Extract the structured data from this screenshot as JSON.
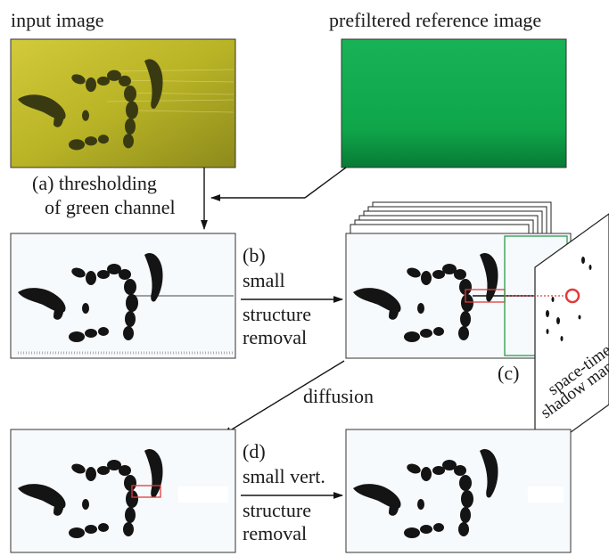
{
  "labels": {
    "input_image": "input image",
    "reference_image": "prefiltered reference image",
    "step_a_line1": "(a) thresholding",
    "step_a_line2": "of green channel",
    "step_b_tag": "(b)",
    "step_b_line1": "small",
    "step_b_line2": "structure",
    "step_b_line3": "removal",
    "step_c_tag": "(c)",
    "space_time_line1": "space-time",
    "space_time_line2": "shadow map",
    "diffusion": "diffusion",
    "step_d_tag": "(d)",
    "step_d_line1": "small vert.",
    "step_d_line2": "structure",
    "step_d_line3": "removal"
  },
  "colors": {
    "input_image_bg": "#b9b426",
    "reference_image_bg": "#0fa64a",
    "highlight_red": "#e23a3a",
    "highlight_green": "#2a9a4a",
    "ink": "#141414"
  }
}
